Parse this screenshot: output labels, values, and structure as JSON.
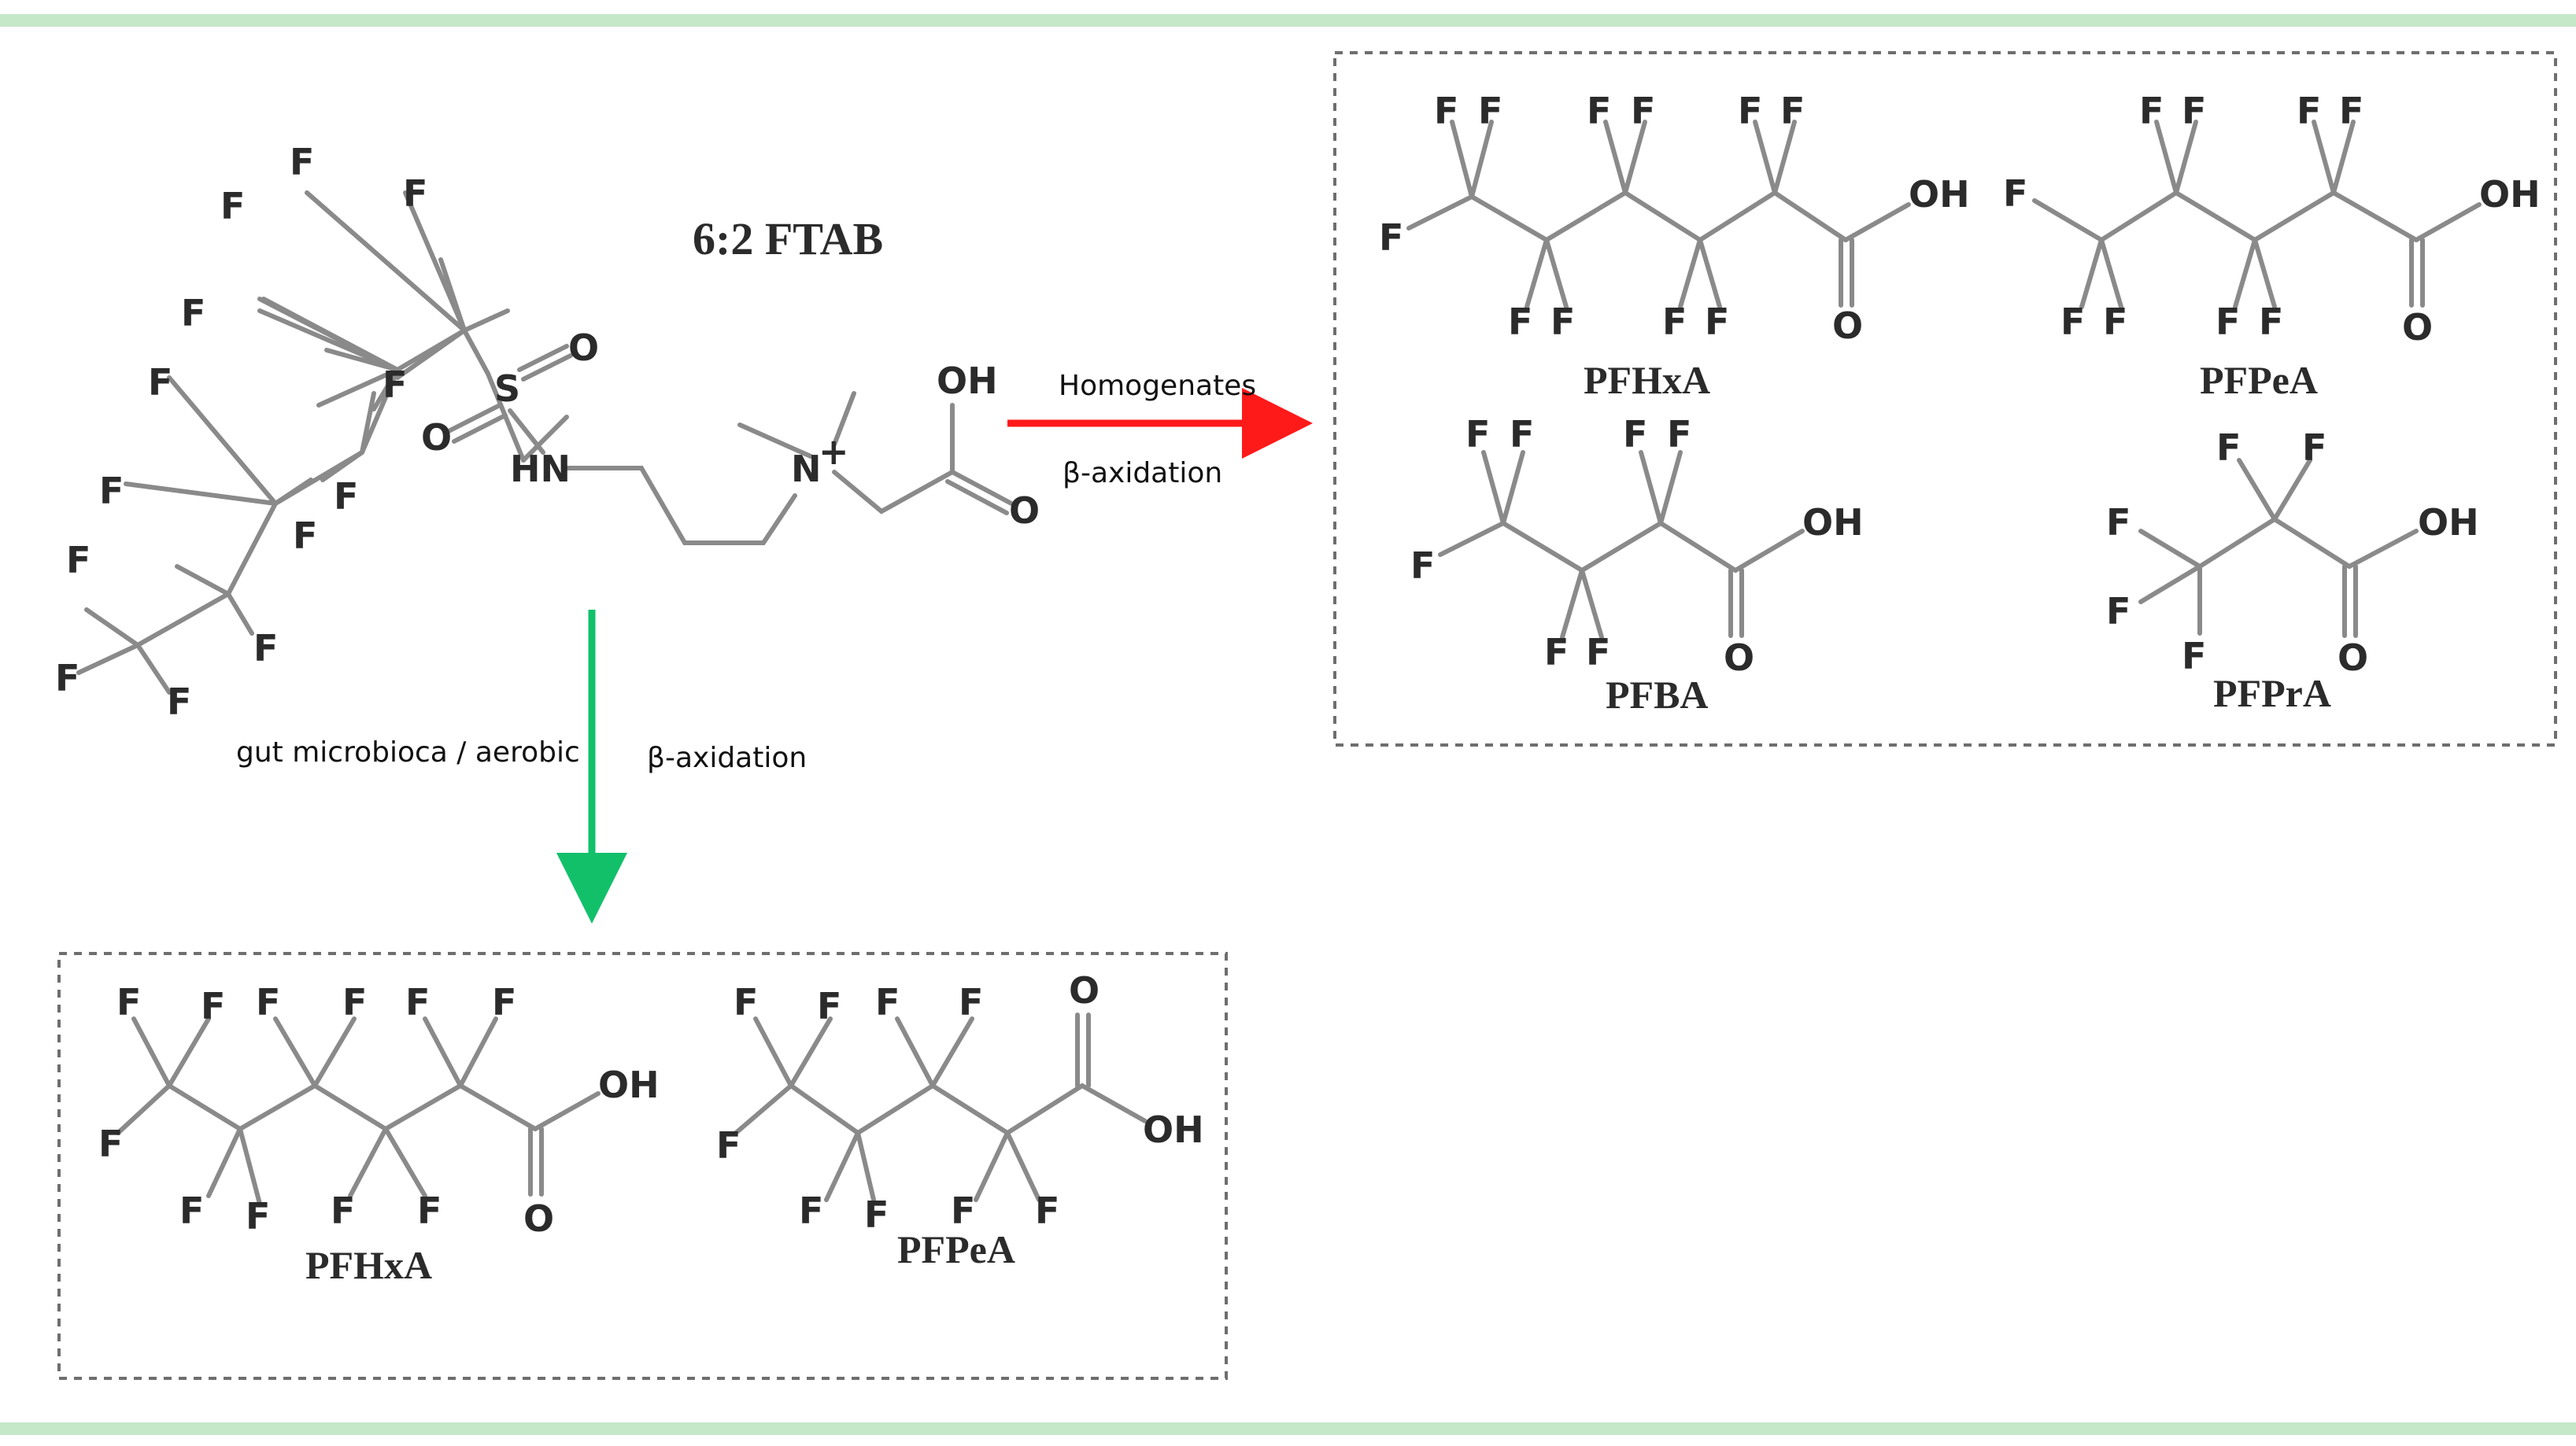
{
  "colors": {
    "band": "#c5e8c9",
    "red_arrow": "#ff1a1a",
    "green_arrow": "#12c06a"
  },
  "parent": {
    "name": "6:2 FTAB",
    "atoms": {
      "F": "F",
      "S": "S",
      "O": "O",
      "HN": "HN",
      "N": "N",
      "plus": "+",
      "OH": "OH"
    }
  },
  "pathway_homogenates": {
    "label_top": "Homogenates",
    "label_bottom": "β-axidation"
  },
  "pathway_gut": {
    "label_left": "gut microbioca / aerobic",
    "label_right": "β-axidation"
  },
  "products_homogenates": [
    {
      "name": "PFHxA"
    },
    {
      "name": "PFPeA"
    },
    {
      "name": "PFBA"
    },
    {
      "name": "PFPrA"
    }
  ],
  "products_gut": [
    {
      "name": "PFHxA"
    },
    {
      "name": "PFPeA"
    }
  ],
  "atom_labels": {
    "F": "F",
    "O": "O",
    "OH": "OH"
  }
}
